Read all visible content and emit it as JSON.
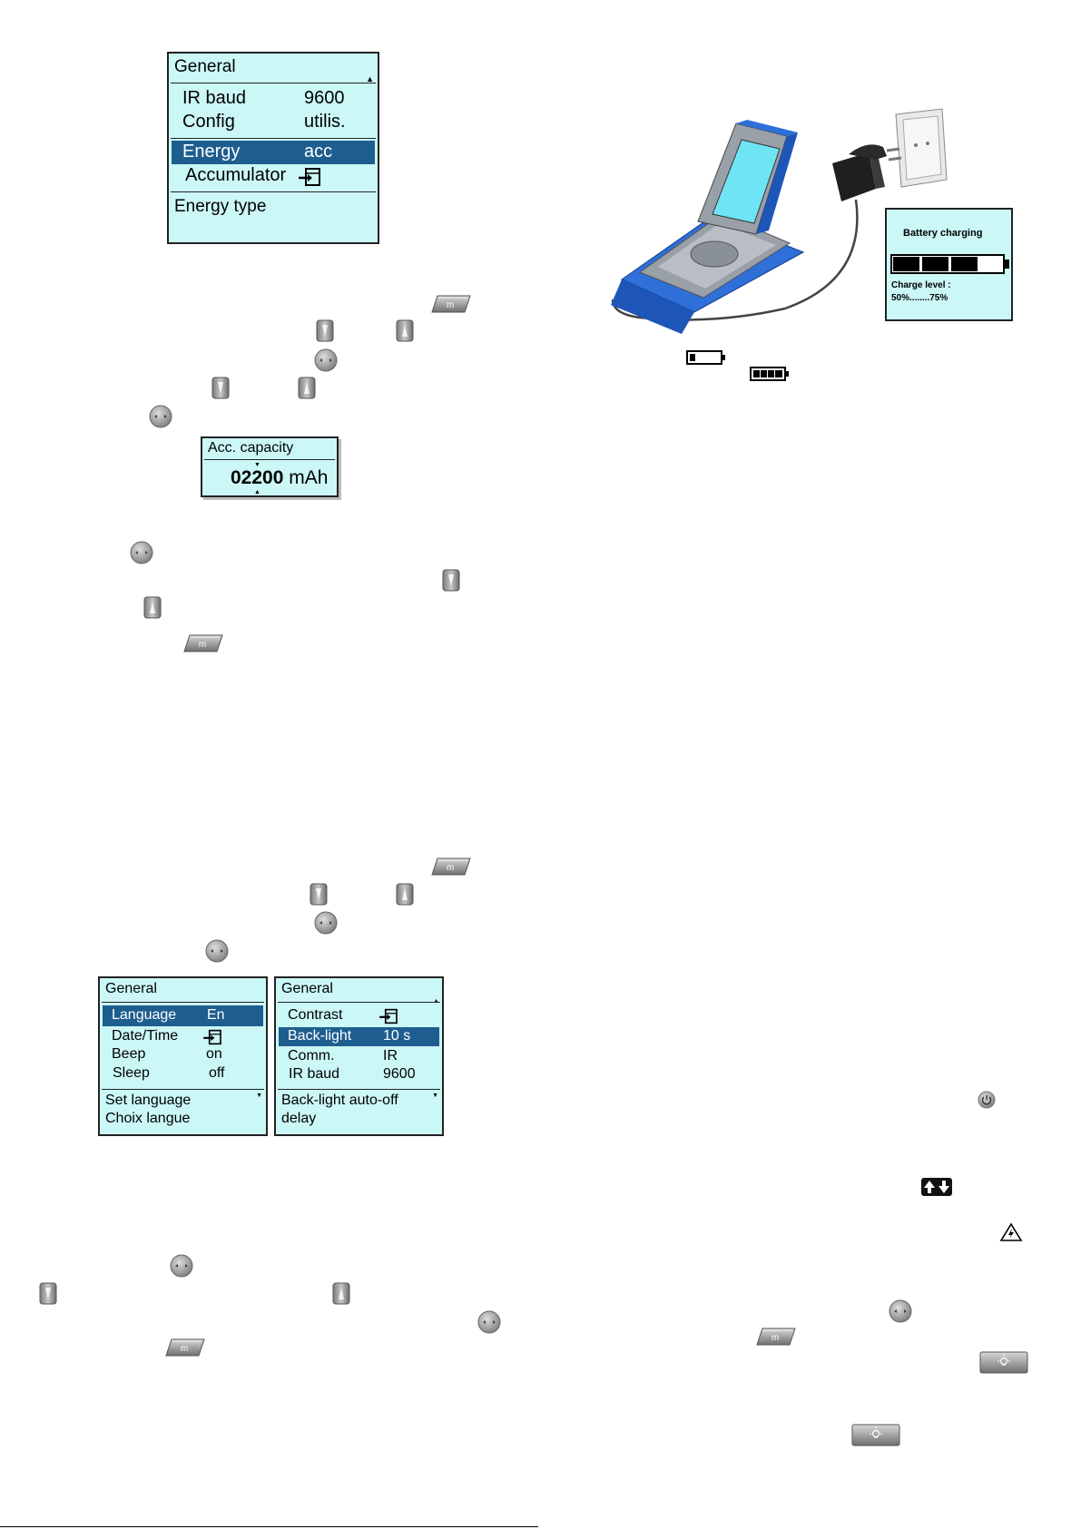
{
  "screen_general_1": {
    "title": "General",
    "rows": [
      {
        "label": "IR baud",
        "value": "9600"
      },
      {
        "label": "Config",
        "value": "utilis."
      },
      {
        "label": "Energy",
        "value": "acc"
      },
      {
        "label": "Accumulator",
        "value": ""
      }
    ],
    "footer": "Energy type"
  },
  "screen_acc_capacity": {
    "title": "Acc. capacity",
    "value": "02200",
    "unit": "mAh"
  },
  "screen_general_2": {
    "title": "General",
    "rows": [
      {
        "label": "Language",
        "value": "En"
      },
      {
        "label": "Date/Time",
        "value": ""
      },
      {
        "label": "Beep",
        "value": "on"
      },
      {
        "label": "Sleep",
        "value": "off"
      }
    ],
    "footer_1": "Set language",
    "footer_2": "Choix langue"
  },
  "screen_general_3": {
    "title": "General",
    "rows": [
      {
        "label": "Contrast",
        "value": ""
      },
      {
        "label": "Back-light",
        "value": "10 s"
      },
      {
        "label": "Comm.",
        "value": "IR"
      },
      {
        "label": "IR baud",
        "value": "9600"
      }
    ],
    "footer_1": "Back-light auto-off",
    "footer_2": "delay"
  },
  "charging_screen": {
    "title": "Battery charging",
    "charge_label": "Charge level :",
    "charge_range": "50%........75%",
    "level_fraction": 0.75
  },
  "colors": {
    "lcd_bg": "#ccf7f7",
    "lcd_selection": "#1d5e8e",
    "device_blue": "#2e6fd8",
    "device_grey": "#9aa0a8"
  },
  "icons": {
    "menu_key": "m-key-icon",
    "down_key": "down-arrow-key-icon",
    "up_key": "up-arrow-key-icon",
    "nav_key": "nav-pad-icon",
    "power": "power-icon",
    "backlight_key": "backlight-key-icon",
    "battery_low": "battery-low-icon",
    "battery_full": "battery-full-icon",
    "warning": "electric-hazard-icon",
    "scroll_arrows": "up-down-arrows-icon"
  },
  "m_key_label": "m"
}
